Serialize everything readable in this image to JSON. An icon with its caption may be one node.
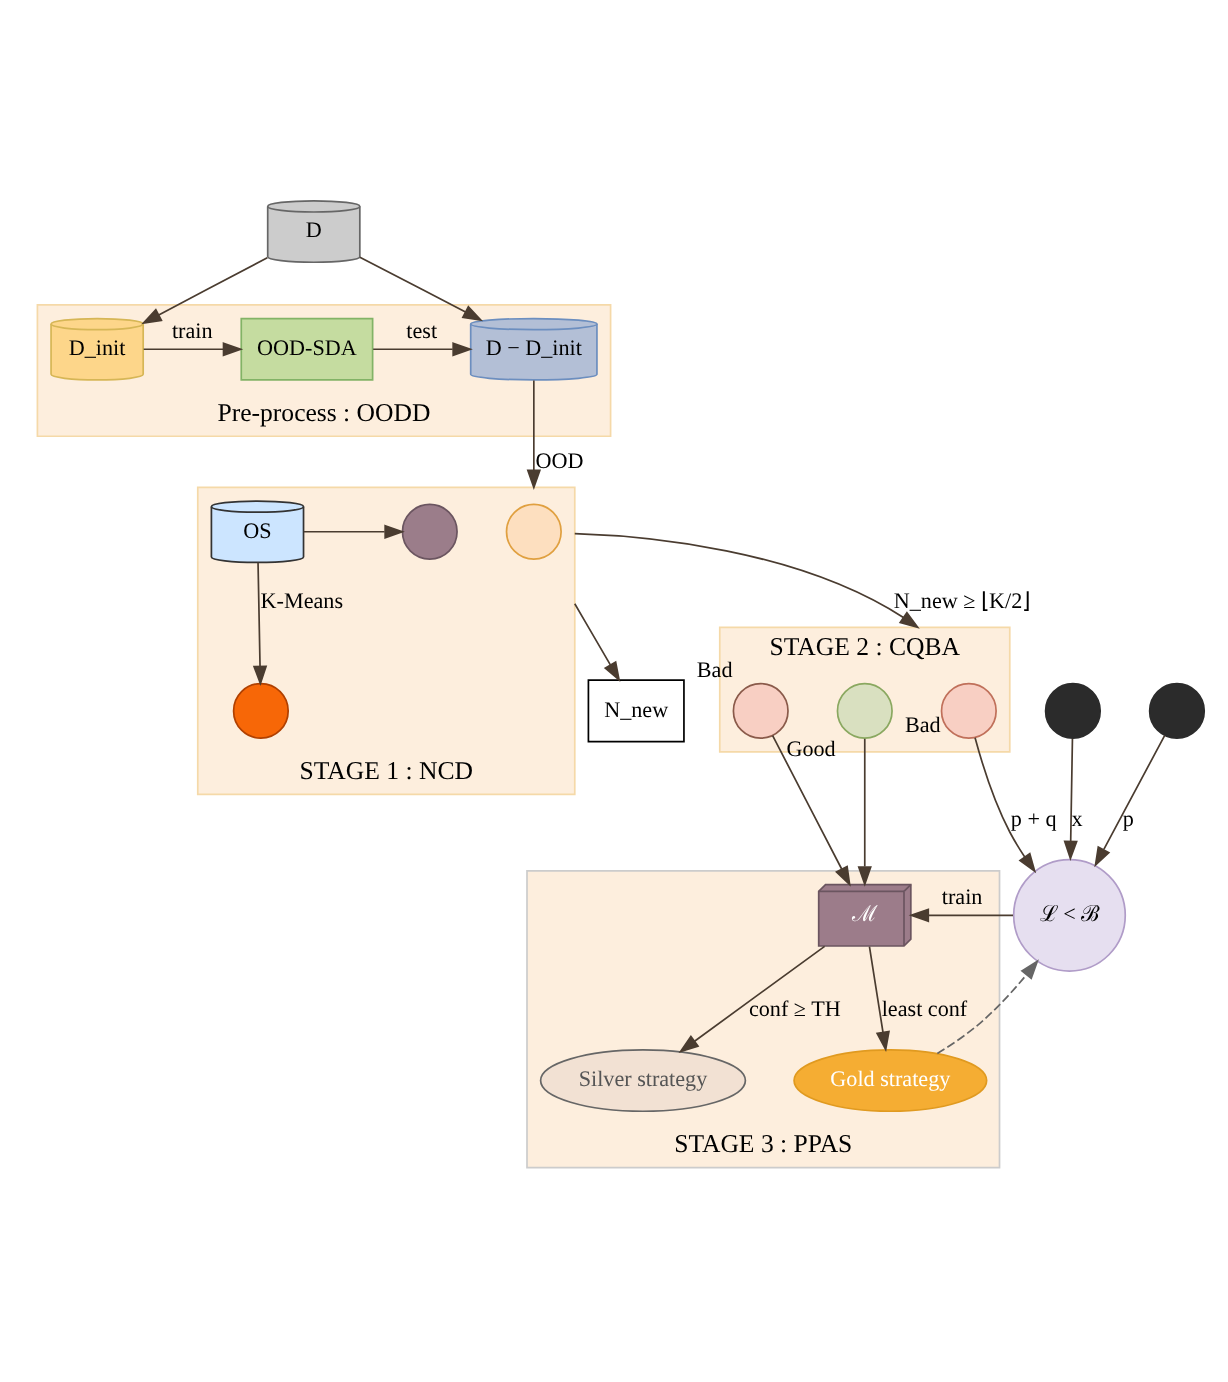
{
  "diagram": {
    "nodes": [
      {
        "text": [
          "D"
        ]
      },
      {
        "text": [
          "Pre-process : OODD"
        ]
      },
      {
        "text": [
          "D_init"
        ],
        "in": 1
      },
      {
        "text": [
          "OOD-SDA"
        ],
        "in": 1
      },
      {
        "text": [
          "D − D_init"
        ],
        "in": 1
      },
      {
        "text": [
          "STAGE 1 : NCD"
        ]
      },
      {
        "text": [],
        "shape": "circle",
        "in": 5
      },
      {
        "text": [],
        "shape": "circle",
        "in": 5
      },
      {
        "text": [],
        "shape": "circle",
        "in": 5
      },
      {
        "text": [
          "OS"
        ],
        "in": 5
      },
      {
        "text": [
          "N_new"
        ]
      },
      {
        "text": [
          "ℒ < ℬ"
        ]
      },
      {
        "text": [
          "STAGE 2 : CQBA"
        ]
      },
      {
        "text": [],
        "shape": "circle",
        "beside": [
          "Bad"
        ],
        "in": 12
      },
      {
        "text": [],
        "shape": "circle",
        "beside": [
          "Bad"
        ],
        "in": 12
      },
      {
        "text": [],
        "shape": "circle",
        "beside": [
          "Good"
        ],
        "in": 12
      },
      {
        "text": [
          "STAGE 3 : PPAS"
        ]
      },
      {
        "text": [
          "ℳ"
        ],
        "in": 16
      },
      {
        "text": [
          "Gold strategy"
        ],
        "in": 16
      },
      {
        "text": [
          "Silver strategy"
        ],
        "in": 16
      },
      {
        "text": [],
        "shape": "person"
      },
      {
        "text": [],
        "shape": "person"
      }
    ],
    "edges": [
      {
        "from": 0,
        "to": 2,
        "arrow": "to"
      },
      {
        "from": 0,
        "to": 4,
        "arrow": "to"
      },
      {
        "from": 2,
        "to": 3,
        "label": "train",
        "arrow": "to"
      },
      {
        "from": 3,
        "to": 4,
        "label": "test",
        "arrow": "to"
      },
      {
        "from": 4,
        "to": 5,
        "label": "OOD",
        "arrow": "to"
      },
      {
        "from": 9,
        "to": 7,
        "label": "K-Means",
        "arrow": "to"
      },
      {
        "from": 5,
        "to": 10,
        "arrow": "to"
      },
      {
        "from": 9,
        "to": 5,
        "arrow": "to"
      },
      {
        "from": 5,
        "to": 12,
        "label": "N_new ≥ ⌊K/2⌋",
        "arrow": "to"
      },
      {
        "from": 20,
        "to": 11,
        "label": "x",
        "arrow": "to"
      },
      {
        "from": 21,
        "to": 11,
        "label": "p",
        "arrow": "to"
      },
      {
        "from": 13,
        "to": 11,
        "label": "p + q",
        "arrow": "to"
      },
      {
        "from": 11,
        "to": 17,
        "label": "train",
        "arrow": "to"
      },
      {
        "from": 14,
        "to": 17,
        "arrow": "to"
      },
      {
        "from": 15,
        "to": 17,
        "arrow": "to"
      },
      {
        "from": 17,
        "to": 18,
        "label": "least conf",
        "arrow": "to"
      },
      {
        "from": 17,
        "to": 19,
        "label": "conf ≥ TH",
        "arrow": "to"
      },
      {
        "from": 18,
        "to": 11,
        "arrow": "to",
        "style": "dashed",
        "color": "#666666"
      }
    ]
  }
}
